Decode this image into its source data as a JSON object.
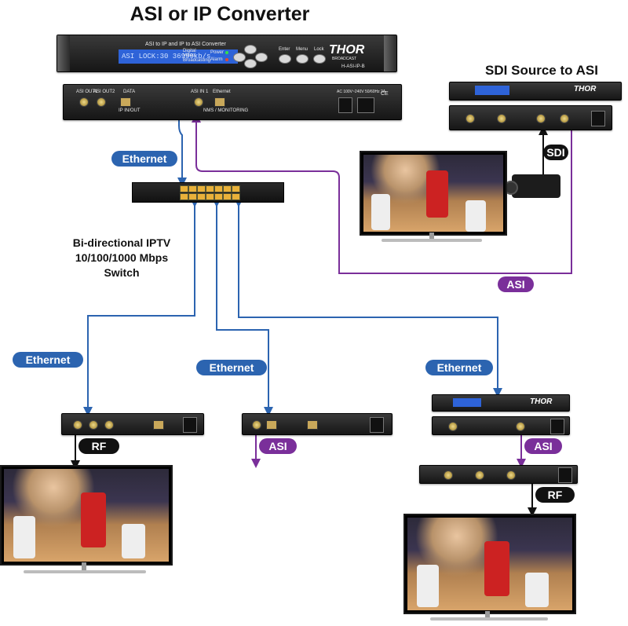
{
  "title": "ASI or IP Converter",
  "sdi_section_title": "SDI Source to ASI",
  "switch_label_lines": [
    "Bi-directional IPTV",
    "10/100/1000 Mbps",
    "Switch"
  ],
  "tags": {
    "ethernet_top": "Ethernet",
    "ethernet_left": "Ethernet",
    "ethernet_mid": "Ethernet",
    "ethernet_right": "Ethernet",
    "sdi": "SDI",
    "asi_top": "ASI",
    "asi_mid": "ASI",
    "asi_right": "ASI",
    "rf_left": "RF",
    "rf_right": "RF"
  },
  "main_unit": {
    "lcd_text": "ASI    LOCK:30   36999kb/s",
    "faceplate_caption": "ASI to IP and IP to ASI Converter",
    "feature_lines": [
      "Digital",
      "Video",
      "Broadcasting"
    ],
    "indicators": [
      "Power",
      "Alarm"
    ],
    "buttons": [
      "Enter",
      "Menu",
      "Lock"
    ],
    "brand": "THOR",
    "brand_sub": "BROADCAST",
    "model": "H-ASI-IP-B",
    "rear_labels": [
      "ASI OUT1",
      "ASI OUT2",
      "DATA",
      "IP IN/OUT",
      "ASI IN 1",
      "Ethernet",
      "NMS / MONITORING",
      "AC 100V~240V 50/60Hz 2A",
      "CE"
    ]
  },
  "colors": {
    "ethernet": "#2c64b0",
    "asi": "#7a2f9a",
    "label_dark": "#111111",
    "lcd": "#2e63d8"
  }
}
